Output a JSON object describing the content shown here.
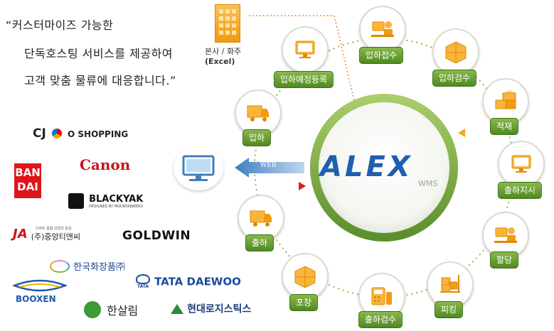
{
  "quote": {
    "line1": "“커스터마이즈 가능한",
    "line2": "단독호스팅 서비스를 제공하여",
    "line3": "고객 맞춤 물류에 대응합니다.”"
  },
  "logos": {
    "cj": "CJ",
    "cj_shopping": "O SHOPPING",
    "bandai_top": "BAN",
    "bandai_bottom": "DAI",
    "canon": "Canon",
    "blackyak": "BLACKYAK",
    "blackyak_sub": "DESIGNED BY MOUNTAINEERS",
    "jungang_small": "스마트 융합 산업의 중심",
    "jungang": "(주)중앙티앤씨",
    "goldwin": "GOLDWIN",
    "korea_cosmetics": "한국화장품㈜",
    "tata": "TATA DAEWOO",
    "tata_small": "TATA",
    "booxen": "BOOXEN",
    "hansalim": "한살림",
    "hyundai": "현대로지스틱스"
  },
  "hub": {
    "brand": "ALEX",
    "sub": "WMS"
  },
  "web_label": "WEB",
  "excel": {
    "line1": "본사 / 화주",
    "line2": "(Excel)"
  },
  "nodes": {
    "inbound_register": "입하예정등록",
    "inbound_accept": "입하접수",
    "inbound_inspect": "입하검수",
    "stock": "적재",
    "outbound_order": "출하지시",
    "allocate": "할당",
    "picking": "피킹",
    "outbound_inspect": "출하검수",
    "packing": "포장",
    "outbound": "출하",
    "inbound": "입하"
  },
  "colors": {
    "ring": "#8db84f",
    "hub_text": "#1f5fb0",
    "label_green": "#5c9a2c",
    "icon_orange": "#f2a81d",
    "web_arrow": "#3f7fc4"
  }
}
